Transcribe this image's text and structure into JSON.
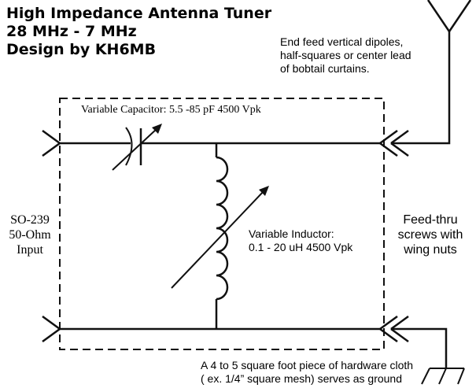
{
  "title_lines": [
    "High Impedance Antenna Tuner",
    "28 MHz - 7 MHz",
    "Design by KH6MB"
  ],
  "antenna_note": [
    "End feed vertical dipoles,",
    "half-squares or center lead",
    "of bobtail curtains."
  ],
  "capacitor_label": "Variable Capacitor: 5.5 -85 pF 4500 Vpk",
  "inductor_label": [
    "Variable Inductor:",
    "0.1 - 20 uH 4500 Vpk"
  ],
  "input_label": [
    "SO-239",
    "50-Ohm",
    "Input"
  ],
  "output_label": [
    "Feed-thru",
    "screws with",
    "wing nuts"
  ],
  "ground_note": [
    "A 4 to 5 square foot piece of hardware cloth",
    "( ex. 1/4” square mesh) serves as ground"
  ]
}
